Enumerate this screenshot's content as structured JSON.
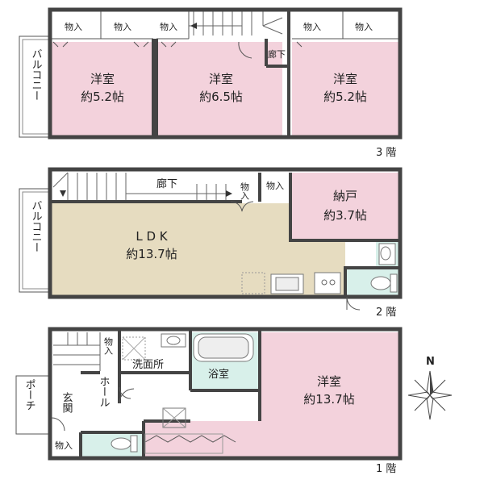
{
  "floor3": {
    "storage_a": "物入",
    "storage_b": "物入",
    "storage_c": "物入",
    "storage_d": "物入",
    "storage_e": "物入",
    "hallway": "廊下",
    "balcony": "バルコニー",
    "room_left_name": "洋室",
    "room_left_size": "約5.2帖",
    "room_mid_name": "洋室",
    "room_mid_size": "約6.5帖",
    "room_right_name": "洋室",
    "room_right_size": "約5.2帖",
    "floor_label": "3 階"
  },
  "floor2": {
    "hallway": "廊下",
    "storage_a": "物入",
    "storage_b": "物入",
    "balcony": "バルコニー",
    "ldk_name": "L D K",
    "ldk_size": "約13.7帖",
    "closet_name": "納戸",
    "closet_size": "約3.7帖",
    "floor_label": "2 階"
  },
  "floor1": {
    "storage_stair": "物入",
    "washroom": "洗面所",
    "bath": "浴室",
    "hall": "ホール",
    "entrance": "玄関",
    "porch": "ポーチ",
    "storage_entry": "物入",
    "room_name": "洋室",
    "room_size": "約13.7帖",
    "floor_label": "1 階"
  },
  "compass": {
    "north": "N"
  },
  "colors": {
    "bedroom": "#f3d2dc",
    "ldk": "#e6dcc0",
    "wet": "#d8f0ea",
    "wall": "#444444"
  }
}
